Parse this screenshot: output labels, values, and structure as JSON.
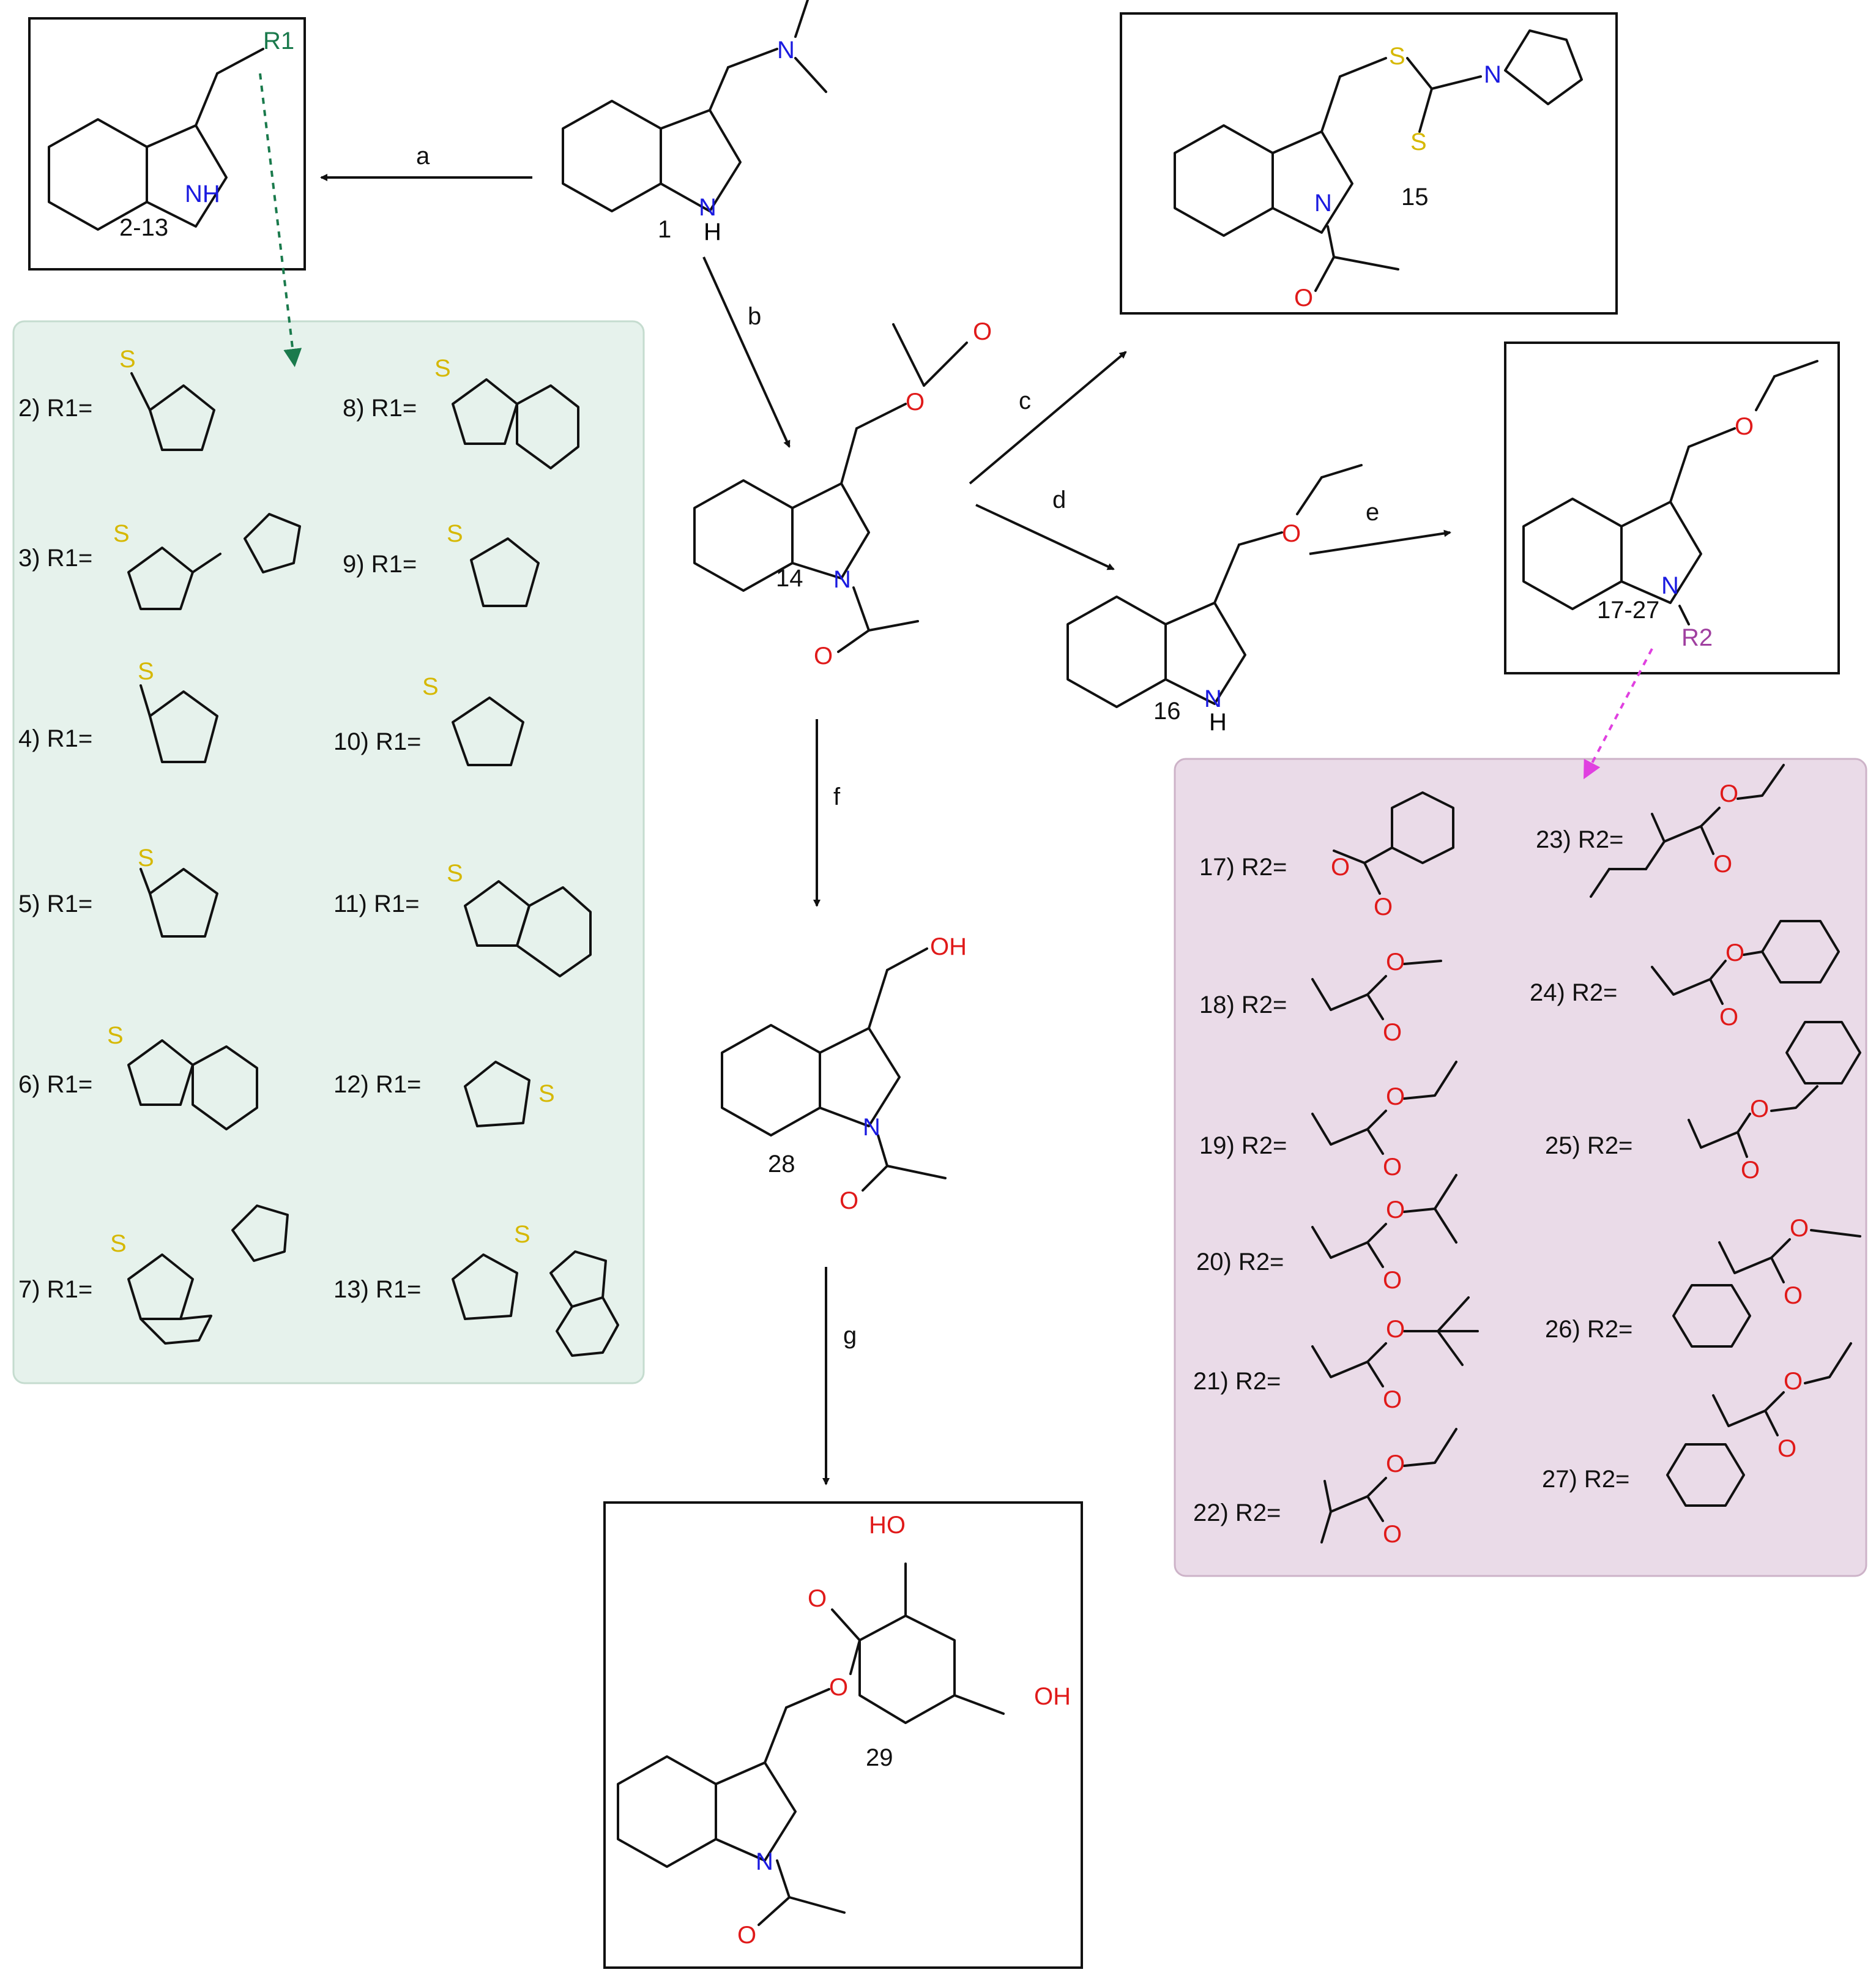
{
  "reagents": {
    "a": "a",
    "b": "b",
    "c": "c",
    "d": "d",
    "e": "e",
    "f": "f",
    "g": "g"
  },
  "compounds": {
    "c1": "1",
    "c2_13": "2-13",
    "c14": "14",
    "c15": "15",
    "c16": "16",
    "c17_27": "17-27",
    "c28": "28",
    "c29": "29"
  },
  "groups": {
    "r1": "R1",
    "r2": "R2"
  },
  "r1_list": [
    "2) R1=",
    "3) R1=",
    "4) R1=",
    "5) R1=",
    "6) R1=",
    "7) R1=",
    "8) R1=",
    "9) R1=",
    "10) R1=",
    "11) R1=",
    "12) R1=",
    "13) R1="
  ],
  "r2_list": [
    "17) R2=",
    "18) R2=",
    "19) R2=",
    "20) R2=",
    "21) R2=",
    "22) R2=",
    "23) R2=",
    "24) R2=",
    "25) R2=",
    "26) R2=",
    "27) R2="
  ],
  "atoms": {
    "N": "N",
    "NH": "NH",
    "H": "H",
    "O": "O",
    "S": "S",
    "OH": "OH",
    "HO": "HO"
  },
  "colors": {
    "green_panel": "#e6f2ec",
    "purple_panel": "#eadbe8",
    "green_arrow": "#1a7a4c",
    "magenta_arrow": "#e040e0",
    "nitrogen": "#1a1ae0",
    "oxygen": "#e01a1a",
    "sulfur": "#d6b800",
    "r2_label": "#a040a0"
  }
}
